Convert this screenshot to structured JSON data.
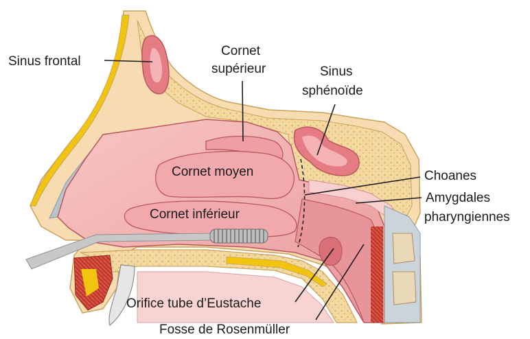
{
  "labels": {
    "sinus_frontal": "Sinus frontal",
    "cornet_superieur_line1": "Cornet",
    "cornet_superieur_line2": "supérieur",
    "sinus_sphenoide_line1": "Sinus",
    "sinus_sphenoide_line2": "sphénoïde",
    "cornet_moyen": "Cornet moyen",
    "choanes": "Choanes",
    "amygdales_line1": "Amygdales",
    "amygdales_line2": "pharyngiennes",
    "cornet_inferieur": "Cornet inférieur",
    "orifice_tube": "Orifice tube d’Eustache",
    "fosse_rosenmuller": "Fosse de Rosenmüller"
  },
  "colors": {
    "bone": "#f3d9a0",
    "bone_edge": "#c9a25a",
    "cavity": "#f4b4b4",
    "cavity_dark": "#e48a8e",
    "cavity_line": "#b9565e",
    "muscle": "#c0392b",
    "fat": "#f1c40f",
    "cartilage": "#c9d3da",
    "instrument": "#c8c8c8"
  }
}
